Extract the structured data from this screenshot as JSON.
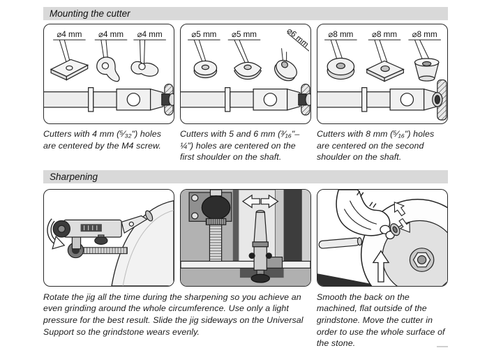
{
  "sections": {
    "mounting": {
      "title": "Mounting the cutter",
      "panels": [
        {
          "labels": [
            "⌀4 mm",
            "⌀4 mm",
            "⌀4 mm"
          ],
          "caption": "Cutters with 4 mm (⁵⁄₃₂\") holes are centered by the M4 screw."
        },
        {
          "labels": [
            "⌀5 mm",
            "⌀5 mm",
            "⌀6 mm"
          ],
          "caption": "Cutters with 5 and 6 mm (³⁄₁₆\"–¼\") holes are centered on the first shoulder on the shaft."
        },
        {
          "labels": [
            "⌀8 mm",
            "⌀8 mm",
            "⌀8 mm"
          ],
          "caption": "Cutters with 8 mm (⁵⁄₁₆\") holes are centered on the second shoulder on the shaft."
        }
      ]
    },
    "sharpening": {
      "title": "Sharpening",
      "caption_left": "Rotate the jig all the time during the sharpening so you achieve an even grinding around the whole circumference. Use only a light pressure for the best result. Slide the jig sideways on the Universal Support so the grindstone wears evenly.",
      "caption_right": "Smooth the back on the machined, flat outside of the grindstone. Move the cutter in order to use the whole surface of the stone."
    }
  },
  "colors": {
    "header_bar": "#d9d9d9",
    "ink": "#1a1a1a",
    "panel_border": "#2a2a2a"
  }
}
